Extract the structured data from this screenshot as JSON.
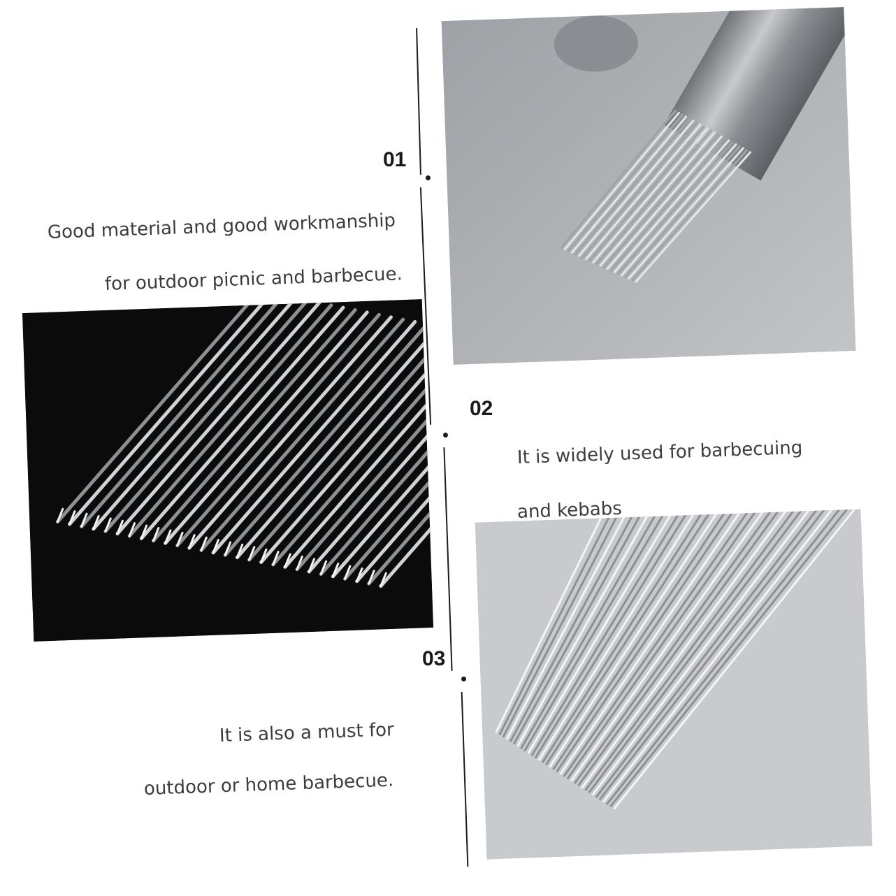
{
  "steps": [
    {
      "number": "01",
      "line1": "Good material and good workmanship",
      "line2": "for outdoor picnic and barbecue."
    },
    {
      "number": "02",
      "line1": "It is widely used for barbecuing",
      "line2": "and kebabs"
    },
    {
      "number": "03",
      "line1": "It is also a must for",
      "line2": "outdoor or home barbecue."
    }
  ],
  "colors": {
    "line": "#1c1c1c",
    "photo_dark_bg": "#0b0b0b",
    "photo_gray_bg": "#b3b5b9",
    "photo_light_bg": "#c9cacd"
  }
}
